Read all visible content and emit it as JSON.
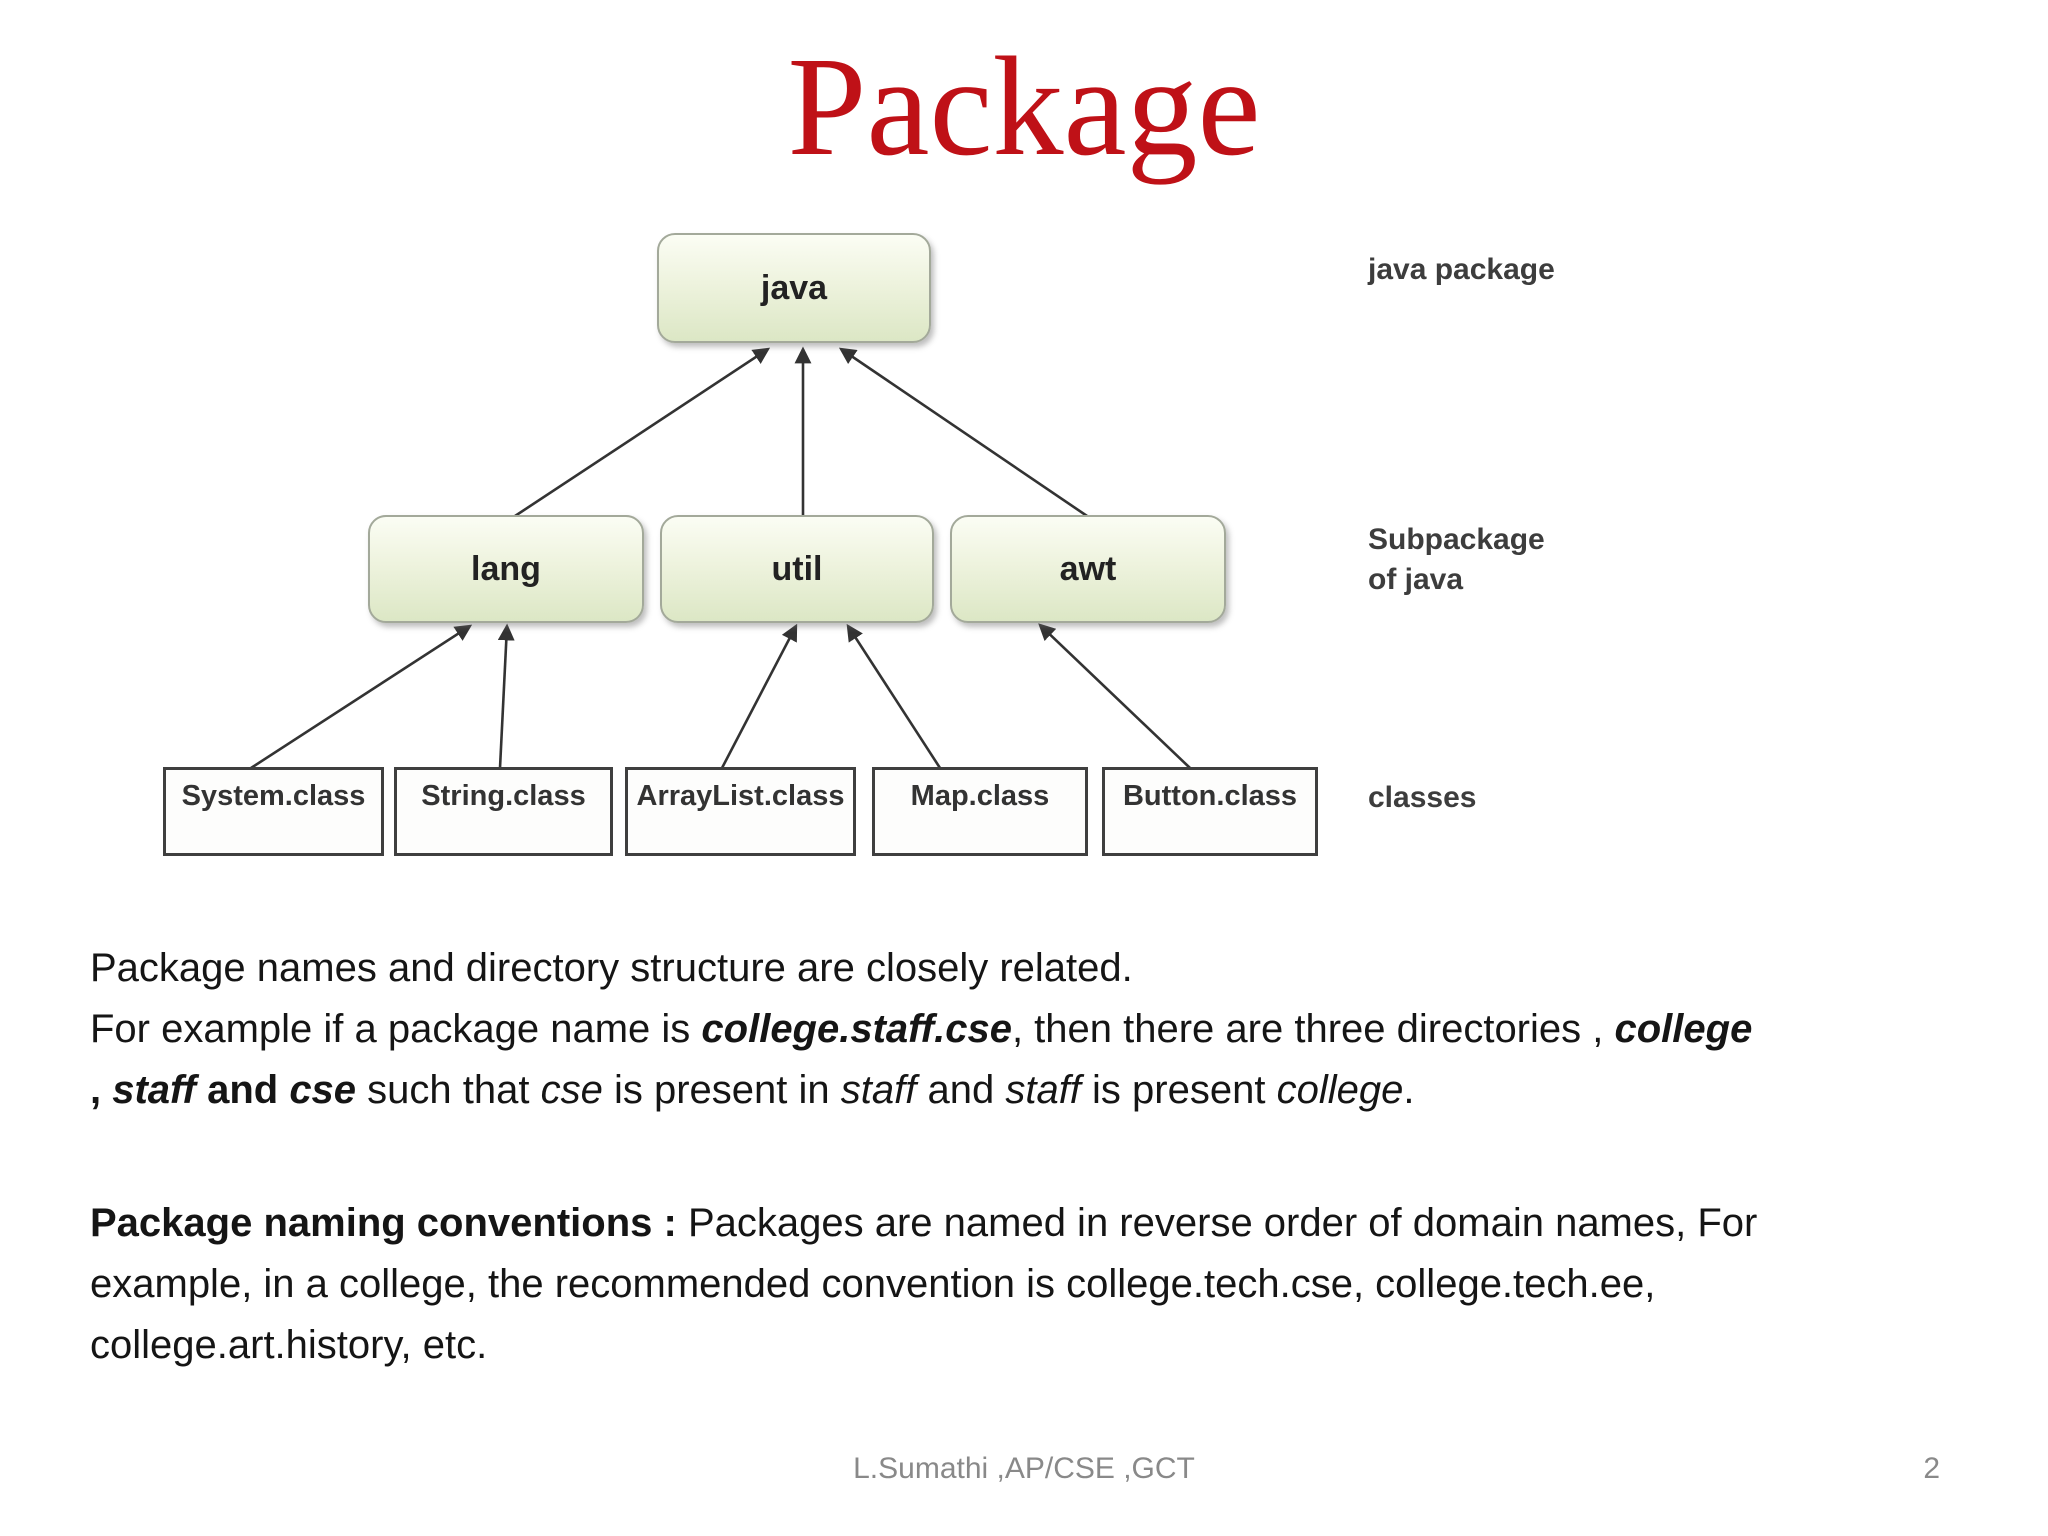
{
  "title": "Package",
  "diagram": {
    "root": {
      "label": "java"
    },
    "subpackages": [
      {
        "label": "lang"
      },
      {
        "label": "util"
      },
      {
        "label": "awt"
      }
    ],
    "classes": [
      {
        "label": "System.class"
      },
      {
        "label": "String.class"
      },
      {
        "label": "ArrayList.class"
      },
      {
        "label": "Map.class"
      },
      {
        "label": "Button.class"
      }
    ],
    "annotations": {
      "root": "java package",
      "sub_line1": "Subpackage",
      "sub_line2": "of java",
      "classes": "classes"
    }
  },
  "paragraph1": {
    "line1": "Package names and directory structure are closely related.",
    "line2": {
      "s1": "For example if a package name is ",
      "s2": "college.staff.cse",
      "s3": ", then there are three directories , ",
      "s4": "college"
    },
    "line3": {
      "s1": ", ",
      "s2": "staff",
      "s3": " and ",
      "s4": "cse",
      "s5": " such that ",
      "s6": "cse",
      "s7": " is present in ",
      "s8": "staff",
      "s9": " and ",
      "s10": "staff",
      "s11": " is present ",
      "s12": "college",
      "s13": "."
    }
  },
  "paragraph2": {
    "line1": {
      "s1": "Package naming conventions : ",
      "s2": "Packages are named in reverse order of domain names, For"
    },
    "line2": "example, in a college, the recommended convention is college.tech.cse, college.tech.ee,",
    "line3": "college.art.history, etc."
  },
  "footer": {
    "author": "L.Sumathi ,AP/CSE ,GCT",
    "page": "2"
  },
  "colors": {
    "title_red": "#bf1117",
    "box_fill_top": "#fbfdf4",
    "box_fill_bottom": "#dce7c5",
    "box_border": "#a3a99a",
    "class_box_border": "#3f3f3f",
    "arrow": "#333333",
    "footer_gray": "#898989"
  }
}
